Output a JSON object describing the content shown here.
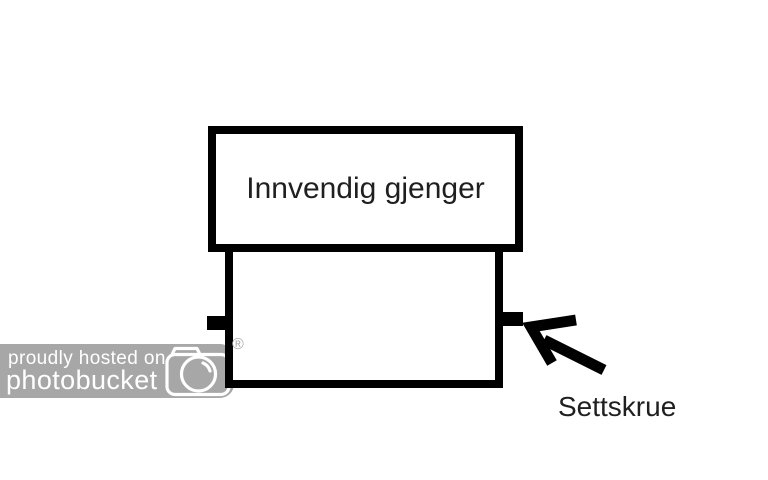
{
  "diagram": {
    "top_box_label": "Innvendig gjenger",
    "arrow_label": "Settskrue"
  },
  "watermark": {
    "tagline": "proudly hosted on",
    "brand": "photobucket",
    "registered_mark": "®"
  },
  "colors": {
    "ink": "#000000",
    "label_text": "#1f1f1f",
    "watermark_bg": "#a7a7a7",
    "watermark_text": "#ffffff",
    "canvas_bg": "#ffffff"
  }
}
